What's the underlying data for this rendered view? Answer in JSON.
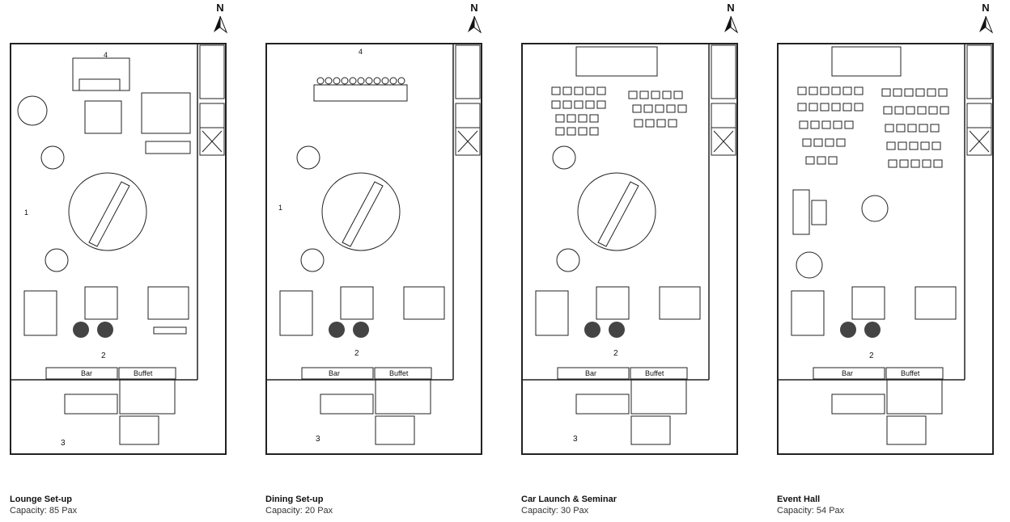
{
  "north_label": "N",
  "plans": [
    {
      "id": "lounge",
      "title": "Lounge Set-up",
      "capacity": "Capacity: 85 Pax"
    },
    {
      "id": "dining",
      "title": "Dining Set-up",
      "capacity": "Capacity: 20 Pax"
    },
    {
      "id": "car",
      "title": "Car Launch & Seminar",
      "capacity": "Capacity: 30 Pax"
    },
    {
      "id": "event",
      "title": "Event Hall",
      "capacity": "Capacity: 54 Pax"
    }
  ],
  "room_labels": {
    "bar": "Bar",
    "buffet": "Buffet",
    "zone1": "1",
    "zone2": "2",
    "zone3": "3",
    "zone4": "4"
  },
  "colors": {
    "line": "#222222",
    "light_line": "#888888",
    "plant": "#444444"
  }
}
